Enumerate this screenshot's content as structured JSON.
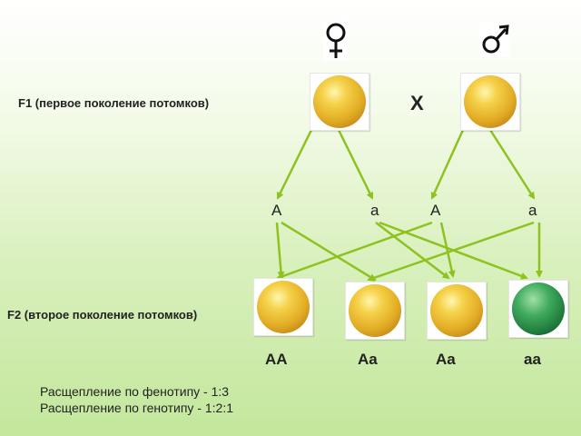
{
  "colors": {
    "arrow": "#8dc21f",
    "yellow_pea": "#e2ab24",
    "green_pea": "#2f8f4a"
  },
  "parents": {
    "female_symbol": "female-symbol",
    "male_symbol": "male-symbol",
    "cross_sign": "X"
  },
  "labels": {
    "f1": "F1 (первое поколение потомков)",
    "f2": "F2 (второе поколение потомков)"
  },
  "gametes": [
    "A",
    "a",
    "A",
    "a"
  ],
  "offspring": [
    {
      "genotype": "AA",
      "phenotype": "yellow"
    },
    {
      "genotype": "Aa",
      "phenotype": "yellow"
    },
    {
      "genotype": "Aa",
      "phenotype": "yellow"
    },
    {
      "genotype": "aa",
      "phenotype": "green"
    }
  ],
  "notes": {
    "phenotype_ratio": "Расщепление по фенотипу -  1:3",
    "genotype_ratio": "Расщепление по генотипу  - 1:2:1"
  }
}
